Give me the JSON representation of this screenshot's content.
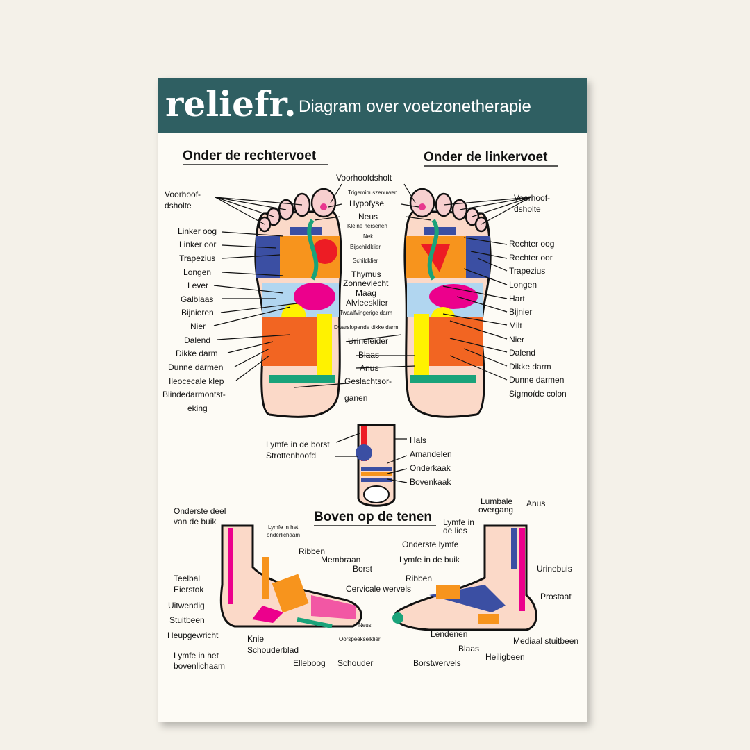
{
  "banner": {
    "brand": "reliefr.",
    "title": "Diagram over voetzonetherapie",
    "color": "#2f5f62"
  },
  "headings": {
    "right_sole": "Onder de rechtervoet",
    "left_sole": "Onder de linkervoet",
    "top_toes": "Boven op de tenen"
  },
  "right_sole_labels": [
    "Voorhoof-",
    "dsholte",
    "Linker oog",
    "Linker oor",
    "Trapezius",
    "Longen",
    "Lever",
    "Galblaas",
    "Bijnieren",
    "Nier",
    "Dalend",
    "Dikke darm",
    "Dunne darmen",
    "Ileocecale klep",
    "Blindedarmontst-",
    "eking"
  ],
  "center_labels": [
    "Voorhoofdsholt",
    "Trigeminuszenuwen",
    "Hypofyse",
    "Neus",
    "Kleine hersenen",
    "Nek",
    "Bijschildklier",
    "Schildklier",
    "Thymus",
    "Zonnevlecht",
    "Maag",
    "Alvleesklier",
    "Twaalfvingerige darm",
    "Dwarslopende dikke darm",
    "Urineleider",
    "Blaas",
    "Anus",
    "Geslachtsor-",
    "ganen"
  ],
  "left_sole_labels": [
    "Voorhoof-",
    "dsholte",
    "Rechter oog",
    "Rechter oor",
    "Trapezius",
    "Longen",
    "Hart",
    "Bijnier",
    "Milt",
    "Nier",
    "Dalend",
    "Dikke darm",
    "Dunne darmen",
    "Sigmoïde colon"
  ],
  "toe_labels": [
    "Lymfe in de borst",
    "Strottenhoofd",
    "Hals",
    "Amandelen",
    "Onderkaak",
    "Bovenkaak"
  ],
  "inner_foot_labels": [
    "Onderste deel",
    "van de buik",
    "Lymfe in het",
    "onderlichaam",
    "Ribben",
    "Membraan",
    "Borst",
    "Teelbal",
    "Eierstok",
    "Uitwendig",
    "Stuitbeen",
    "Heupgewricht",
    "Lymfe in het",
    "bovenlichaam",
    "Knie",
    "Schouderblad",
    "Elleboog",
    "Schouder",
    "Oorspeekselklier"
  ],
  "outer_foot_labels": [
    "Lumbale",
    "overgang",
    "Anus",
    "Lymfe in",
    "de lies",
    "Onderste lymfe",
    "Lymfe in de buik",
    "Ribben",
    "Cervicale wervels",
    "Urinebuis",
    "Prostaat",
    "Neus",
    "Lendenen",
    "Blaas",
    "Heiligbeen",
    "Mediaal stuitbeen",
    "Borstwervels"
  ]
}
